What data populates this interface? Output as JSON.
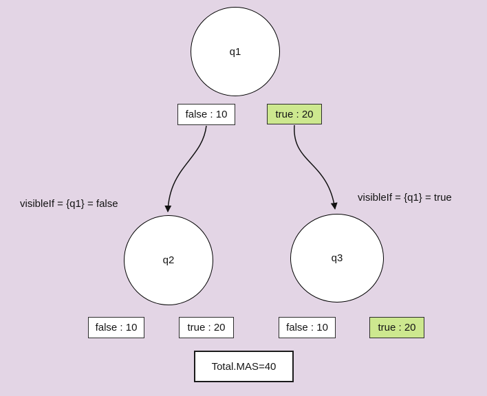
{
  "nodes": {
    "q1": "q1",
    "q2": "q2",
    "q3": "q3"
  },
  "q1_edge_labels": {
    "false": "false : 10",
    "true": "true : 20"
  },
  "q2_leaf_labels": {
    "false": "false : 10",
    "true": "true : 20"
  },
  "q3_leaf_labels": {
    "false": "false : 10",
    "true": "true : 20"
  },
  "annotations": {
    "left": "visibleIf = {q1} = false",
    "right": "visibleIf = {q1} = true"
  },
  "total_label": "Total.MAS=40",
  "colors": {
    "background": "#e3d5e5",
    "highlight_green": "#cde88f",
    "node_fill": "#ffffff",
    "stroke": "#000000"
  }
}
